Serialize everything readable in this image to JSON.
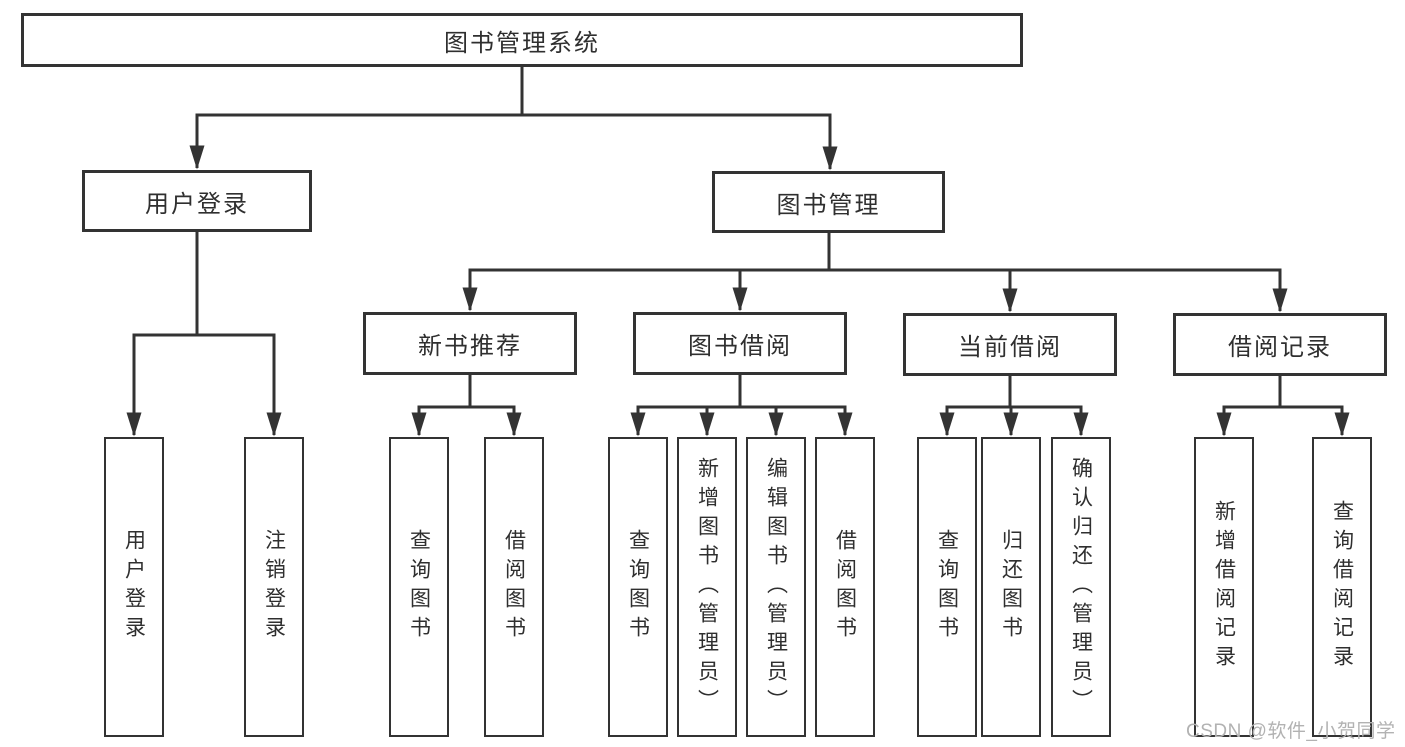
{
  "diagram": {
    "tree": {
      "root": {
        "label": "图书管理系统"
      },
      "branches": [
        {
          "label": "用户登录",
          "children": [
            {
              "label": "用户登录"
            },
            {
              "label": "注销登录"
            }
          ]
        },
        {
          "label": "图书管理",
          "children": [
            {
              "label": "新书推荐",
              "children": [
                {
                  "label": "查询图书"
                },
                {
                  "label": "借阅图书"
                }
              ]
            },
            {
              "label": "图书借阅",
              "children": [
                {
                  "label": "查询图书"
                },
                {
                  "label": "新增图书（管理员）"
                },
                {
                  "label": "编辑图书（管理员）"
                },
                {
                  "label": "借阅图书"
                }
              ]
            },
            {
              "label": "当前借阅",
              "children": [
                {
                  "label": "查询图书"
                },
                {
                  "label": "归还图书"
                },
                {
                  "label": "确认归还（管理员）"
                }
              ]
            },
            {
              "label": "借阅记录",
              "children": [
                {
                  "label": "新增借阅记录"
                },
                {
                  "label": "查询借阅记录"
                }
              ]
            }
          ]
        }
      ]
    }
  },
  "watermark": {
    "text": "CSDN @软件_小贺同学"
  },
  "colors": {
    "line": "#333333",
    "text": "#2f2f2f",
    "bg": "#ffffff",
    "watermark": "#b2b2b2"
  }
}
